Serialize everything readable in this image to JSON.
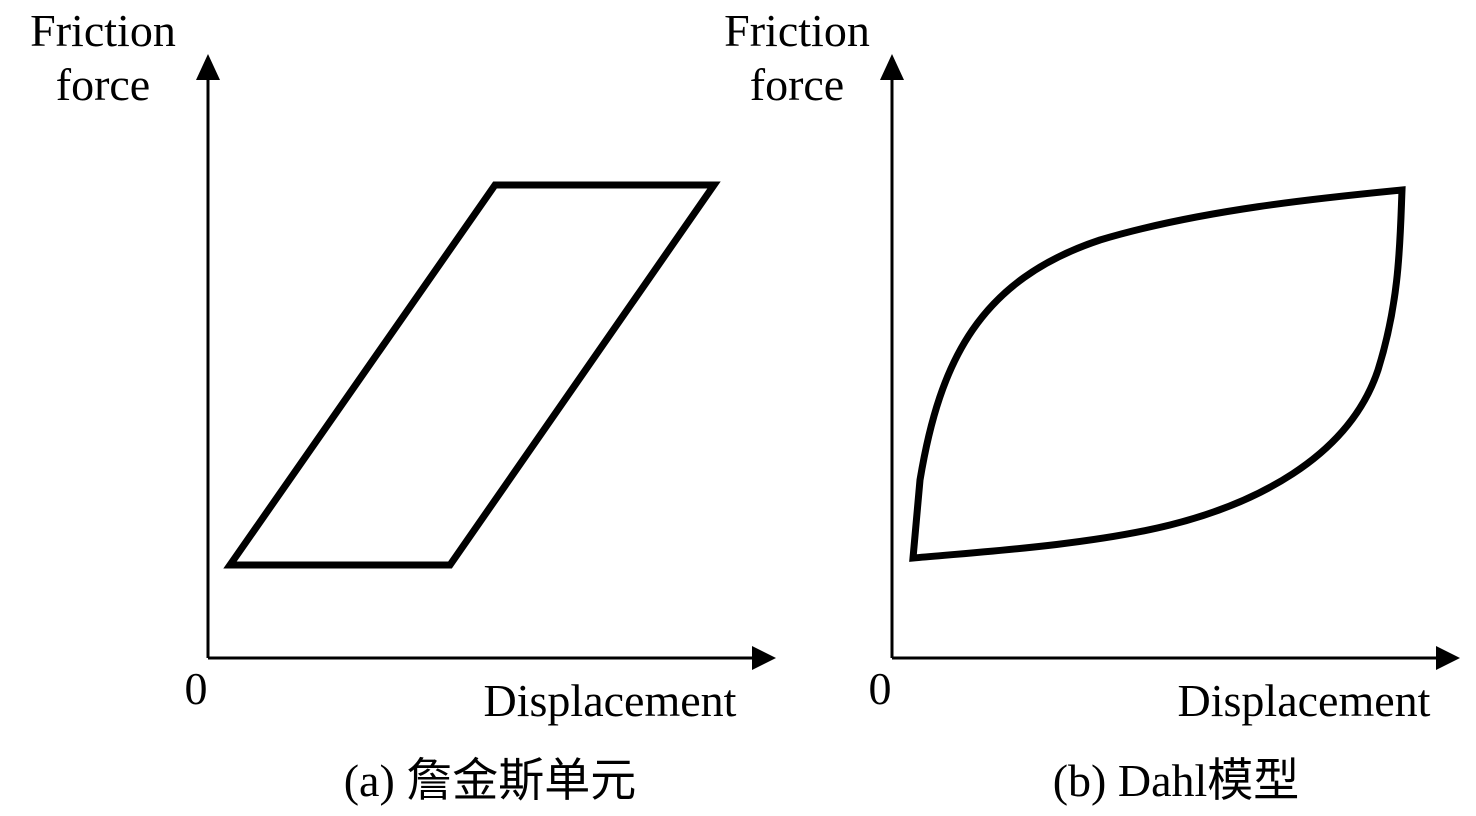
{
  "panels": [
    {
      "id": "a",
      "y_axis_label_line1": "Friction",
      "y_axis_label_line2": "force",
      "x_axis_label": "Displacement",
      "origin_label": "0",
      "caption": "(a) 詹金斯单元",
      "loop_shape": "parallelogram"
    },
    {
      "id": "b",
      "y_axis_label_line1": "Friction",
      "y_axis_label_line2": "force",
      "x_axis_label": "Displacement",
      "origin_label": "0",
      "caption": "(b) Dahl模型",
      "loop_shape": "lens"
    }
  ],
  "colors": {
    "stroke": "#000000",
    "background": "#ffffff"
  }
}
